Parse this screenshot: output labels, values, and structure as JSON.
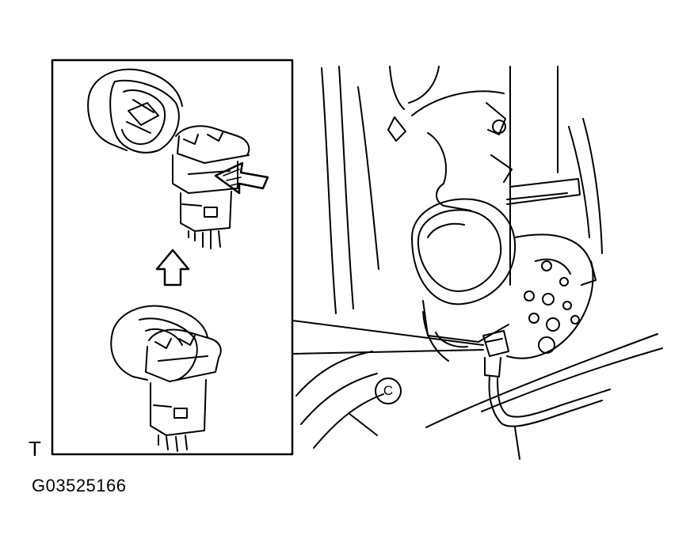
{
  "diagram": {
    "figure_id": "G03525166",
    "corner_mark": "T",
    "reference_letter": "C",
    "colors": {
      "ink": "#000000",
      "paper": "#ffffff"
    },
    "icons": [
      "push-arrow-icon",
      "up-arrow-icon",
      "callout-leader-lines"
    ]
  }
}
